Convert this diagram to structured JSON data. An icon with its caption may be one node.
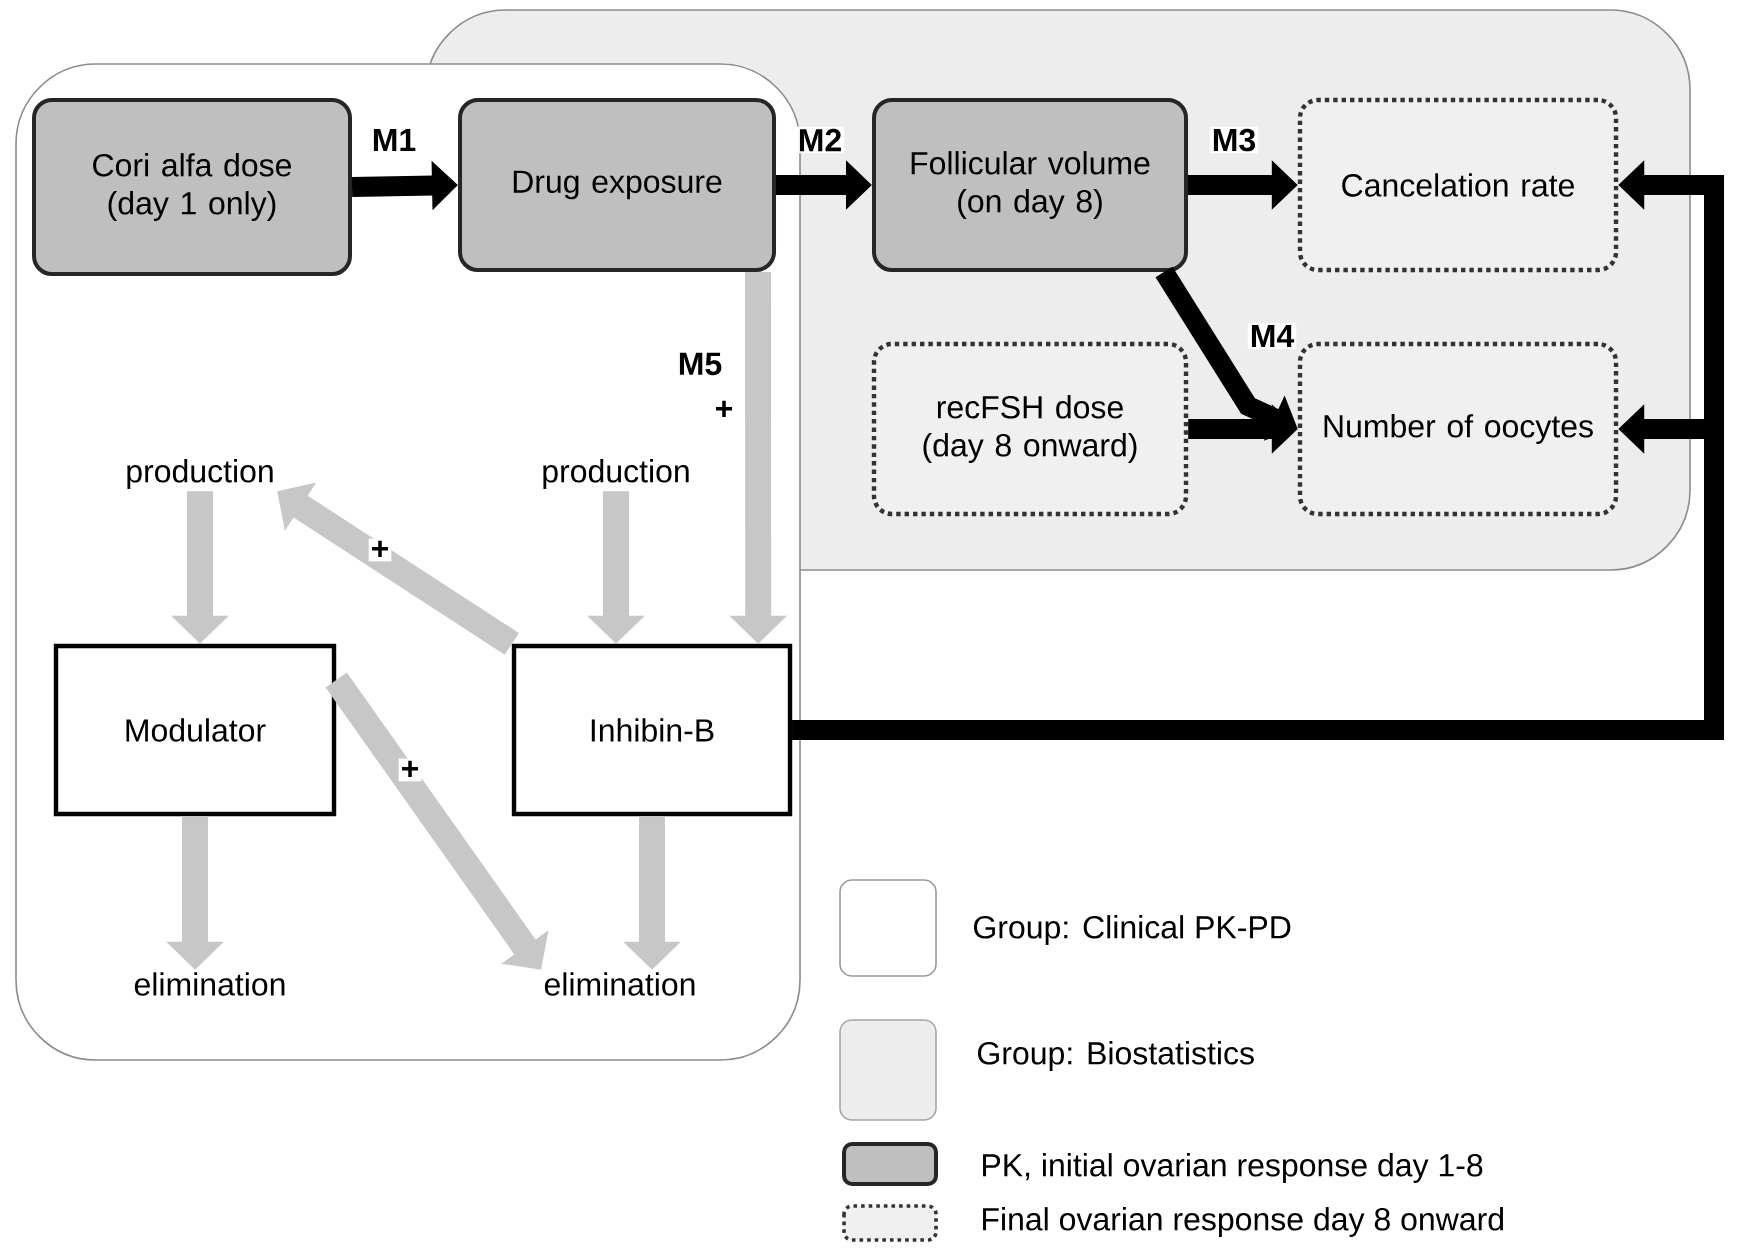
{
  "diagram": {
    "nodes": [
      {
        "text": [],
        "shape": "box"
      },
      {
        "text": [],
        "shape": "box"
      },
      {
        "text": [
          "Cori alfa dose (day 1 only)"
        ],
        "in": 0
      },
      {
        "text": [
          "Drug exposure"
        ]
      },
      {
        "text": [
          "Follicular volume (on day 8)"
        ],
        "in": 1
      },
      {
        "text": [
          "Cancelation rate"
        ],
        "in": 1
      },
      {
        "text": [
          "recFSH dose (day 8 onward)"
        ],
        "in": 1
      },
      {
        "text": [
          "Number of oocytes"
        ],
        "in": 1
      },
      {
        "text": [
          "production"
        ],
        "in": 0
      },
      {
        "text": [
          "production"
        ]
      },
      {
        "text": [
          "Modulator"
        ],
        "in": 0
      },
      {
        "text": [
          "Inhibin-B"
        ],
        "in": 0
      },
      {
        "text": [
          "elimination"
        ],
        "in": 0
      },
      {
        "text": [
          "elimination"
        ],
        "in": 0
      }
    ],
    "edges": [
      {
        "from": 2,
        "to": 3,
        "arrow": "to",
        "label": "M1"
      },
      {
        "from": 3,
        "to": 4,
        "arrow": "to",
        "label": "M2"
      },
      {
        "from": 4,
        "to": 5,
        "arrow": "to",
        "label": "M3"
      },
      {
        "from": 4,
        "to": 7,
        "arrow": "to",
        "label": "M4"
      },
      {
        "from": 6,
        "to": 7,
        "arrow": "to"
      },
      {
        "from": 11,
        "to": 5,
        "arrow": "to"
      },
      {
        "from": 11,
        "to": 7,
        "arrow": "to"
      },
      {
        "from": 3,
        "to": 11,
        "arrow": "to",
        "label": "M5",
        "color": "#c7c7c7"
      },
      {
        "from": 8,
        "to": 10,
        "arrow": "to",
        "color": "#c7c7c7"
      },
      {
        "from": 9,
        "to": 11,
        "arrow": "to",
        "color": "#c7c7c7"
      },
      {
        "from": 10,
        "to": 12,
        "arrow": "to",
        "color": "#c7c7c7"
      },
      {
        "from": 11,
        "to": 13,
        "arrow": "to",
        "color": "#c7c7c7"
      },
      {
        "from": 11,
        "to": 8,
        "arrow": "to",
        "label": "+",
        "color": "#c7c7c7"
      },
      {
        "from": 10,
        "to": 13,
        "arrow": "to",
        "label": "+",
        "color": "#c7c7c7"
      }
    ],
    "labels": [
      "+"
    ],
    "legend": [
      {
        "text": "Group: Clinical PK-PD"
      },
      {
        "text": "Group: Biostatistics"
      },
      {
        "text": "PK, initial ovarian response day 1-8"
      },
      {
        "text": "Final ovarian response day 8 onward"
      }
    ]
  }
}
